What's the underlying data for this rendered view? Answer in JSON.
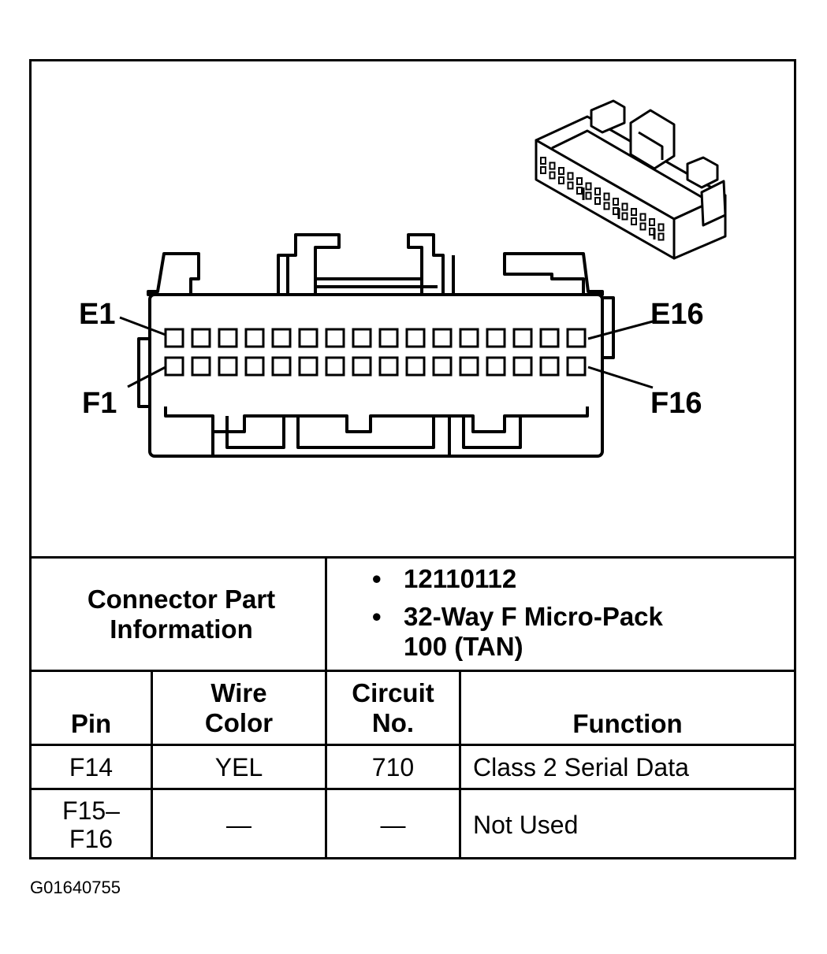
{
  "pin_labels": {
    "e_first": "E1",
    "e_last": "E16",
    "f_first": "F1",
    "f_last": "F16"
  },
  "part_info": {
    "label": "Connector Part Information",
    "bullets": [
      "12110112",
      "32-Way F Micro-Pack 100 (TAN)"
    ]
  },
  "table": {
    "headers": {
      "pin": "Pin",
      "wire_color": "Wire Color",
      "circuit_no": "Circuit No.",
      "function": "Function"
    },
    "rows": [
      {
        "pin": "F14",
        "wire_color": "YEL",
        "circuit_no": "710",
        "function": "Class 2 Serial Data"
      },
      {
        "pin": "F15–F16",
        "wire_color": "—",
        "circuit_no": "—",
        "function": "Not Used"
      }
    ]
  },
  "figure_id": "G01640755"
}
